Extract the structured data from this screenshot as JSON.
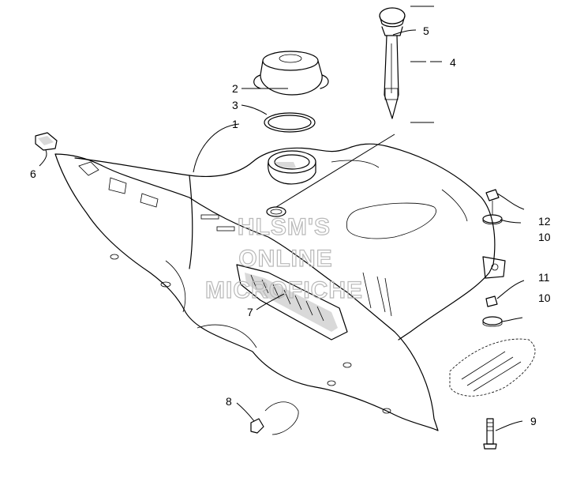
{
  "diagram": {
    "watermark_lines": [
      "HLSM'S",
      "ONLINE",
      "MICROFICHE"
    ],
    "callouts": [
      {
        "id": "1",
        "label": "1"
      },
      {
        "id": "2",
        "label": "2"
      },
      {
        "id": "3",
        "label": "3"
      },
      {
        "id": "4",
        "label": "4"
      },
      {
        "id": "5",
        "label": "5"
      },
      {
        "id": "6",
        "label": "6"
      },
      {
        "id": "7",
        "label": "7"
      },
      {
        "id": "8",
        "label": "8"
      },
      {
        "id": "9",
        "label": "9"
      },
      {
        "id": "10a",
        "label": "10"
      },
      {
        "id": "10b",
        "label": "10"
      },
      {
        "id": "11",
        "label": "11"
      },
      {
        "id": "12",
        "label": "12"
      }
    ]
  }
}
